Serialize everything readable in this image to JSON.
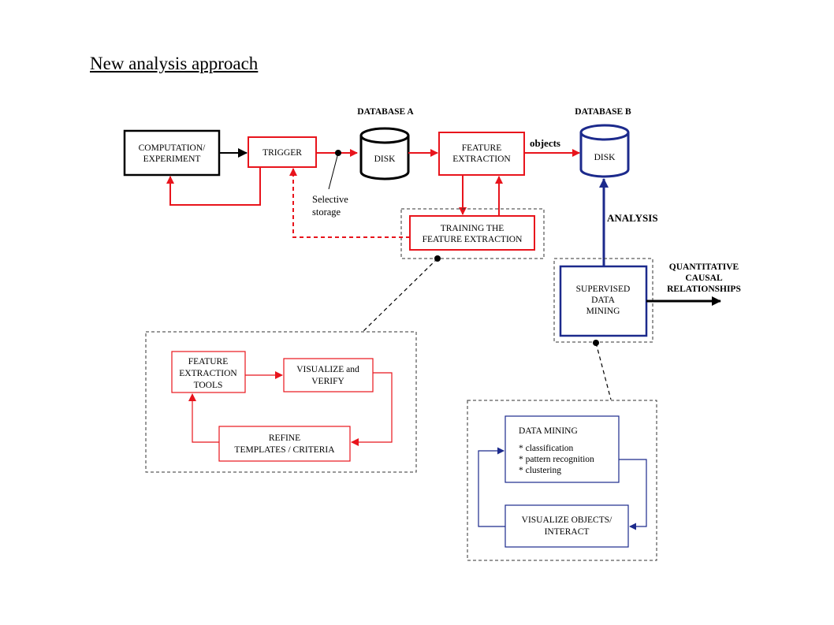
{
  "title": "New analysis approach",
  "colors": {
    "red": "#e8141c",
    "blue": "#1c2a8c",
    "black": "#000000"
  },
  "labels": {
    "database_a": "DATABASE A",
    "database_b": "DATABASE B",
    "disk_a": "DISK",
    "disk_b": "DISK",
    "objects": "objects",
    "analysis": "ANALYSIS",
    "selective_storage": [
      "Selective",
      "storage"
    ],
    "quantitative": [
      "QUANTITATIVE",
      "CAUSAL",
      "RELATIONSHIPS"
    ]
  },
  "boxes": {
    "computation": [
      "COMPUTATION/",
      "EXPERIMENT"
    ],
    "trigger": [
      "TRIGGER"
    ],
    "feature_extraction": [
      "FEATURE",
      "EXTRACTION"
    ],
    "training": [
      "TRAINING THE",
      "FEATURE EXTRACTION"
    ],
    "supervised": [
      "SUPERVISED",
      "DATA",
      "MINING"
    ],
    "fe_tools": [
      "FEATURE",
      "EXTRACTION",
      "TOOLS"
    ],
    "visualize_verify": [
      "VISUALIZE and",
      "VERIFY"
    ],
    "refine": [
      "REFINE",
      "TEMPLATES / CRITERIA"
    ],
    "data_mining_title": "DATA MINING",
    "data_mining_items": [
      "* classification",
      "* pattern recognition",
      "* clustering"
    ],
    "visualize_objects": [
      "VISUALIZE OBJECTS/",
      "INTERACT"
    ]
  }
}
